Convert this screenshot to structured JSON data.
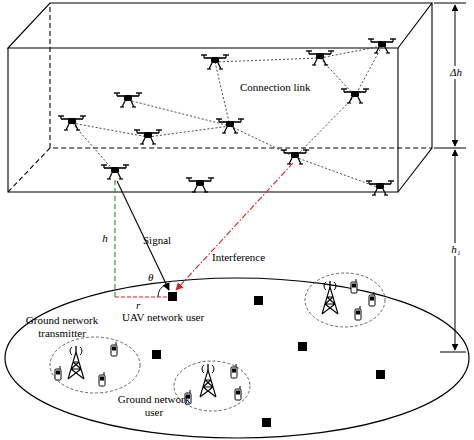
{
  "diagram": {
    "labels": [
      "Connection link",
      "Δh",
      "h₁",
      "h",
      "Signal",
      "Interference",
      "θ",
      "r",
      "UAV network user",
      "Ground network transmitter",
      "Ground network user"
    ]
  }
}
